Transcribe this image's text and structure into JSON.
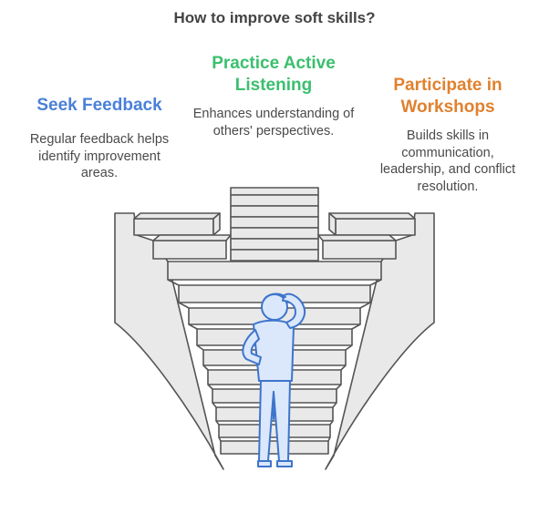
{
  "title": "How to improve soft skills?",
  "colors": {
    "seek": "#4a80d8",
    "practice": "#3bbf6e",
    "participate": "#e0812f",
    "stair_fill": "#e9e9e9",
    "stair_stroke": "#555555",
    "person_fill": "#dbe8fb",
    "person_stroke": "#3e74cc"
  },
  "items": [
    {
      "title": "Seek Feedback",
      "description": "Regular feedback helps identify improvement areas."
    },
    {
      "title": "Practice Active Listening",
      "description": "Enhances understanding of others' perspectives."
    },
    {
      "title": "Participate in Workshops",
      "description": "Builds skills in communication, leadership, and conflict resolution."
    }
  ]
}
